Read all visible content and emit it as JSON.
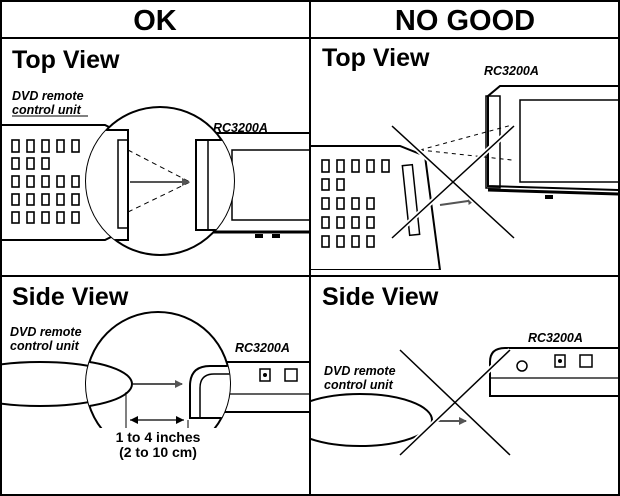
{
  "headers": {
    "ok": "OK",
    "no_good": "NO GOOD"
  },
  "panels": {
    "ok_top": {
      "title": "Top View",
      "remote_label_1": "DVD remote",
      "remote_label_2": "control unit",
      "device_label": "RC3200A"
    },
    "ng_top": {
      "title": "Top View",
      "device_label": "RC3200A"
    },
    "ok_side": {
      "title": "Side View",
      "remote_label_1": "DVD remote",
      "remote_label_2": "control unit",
      "device_label": "RC3200A",
      "distance_1": "1 to 4 inches",
      "distance_2": "(2 to 10 cm)"
    },
    "ng_side": {
      "title": "Side View",
      "remote_label_1": "DVD remote",
      "remote_label_2": "control unit",
      "device_label": "RC3200A"
    }
  },
  "colors": {
    "line": "#000000",
    "beam": "#555555",
    "background": "#ffffff"
  }
}
